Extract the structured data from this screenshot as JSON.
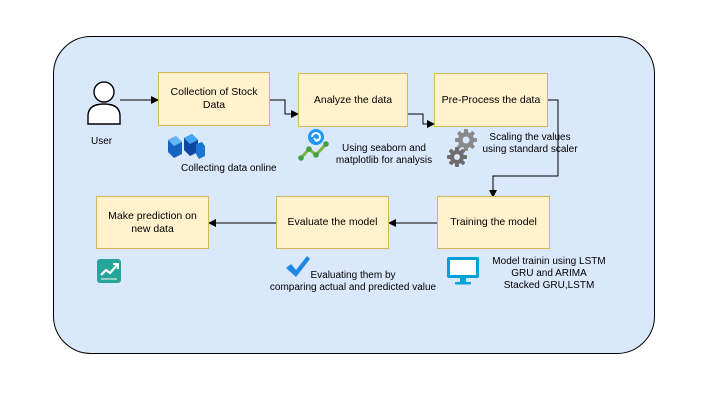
{
  "actor": {
    "label": "User"
  },
  "steps": {
    "collect": "Collection of Stock Data",
    "analyze": "Analyze the data",
    "preprocess": "Pre-Process the data",
    "train": "Training the model",
    "evaluate": "Evaluate the model",
    "predict": "Make prediction on new data"
  },
  "notes": {
    "collect": "Collecting data online",
    "analyze": [
      "Using seaborn and",
      "matplotlib for analysis"
    ],
    "preprocess": [
      "Scaling the values",
      "using standard scaler"
    ],
    "train": [
      "Model trainin using LSTM",
      "GRU and ARIMA",
      "Stacked GRU,LSTM"
    ],
    "evaluate": [
      "Evaluating them by",
      "comparing actual and predicted value"
    ]
  },
  "icons": [
    "user-icon",
    "azure-data-icon",
    "analytics-icon",
    "gears-icon",
    "monitor-icon",
    "checkmark-icon",
    "trend-chart-icon"
  ],
  "colors": {
    "panel": "#dae8fc",
    "box_fill": "#fff2cc",
    "box_border": "#d6b656",
    "monitor": "#00a1d9",
    "check": "#1e88e5"
  }
}
